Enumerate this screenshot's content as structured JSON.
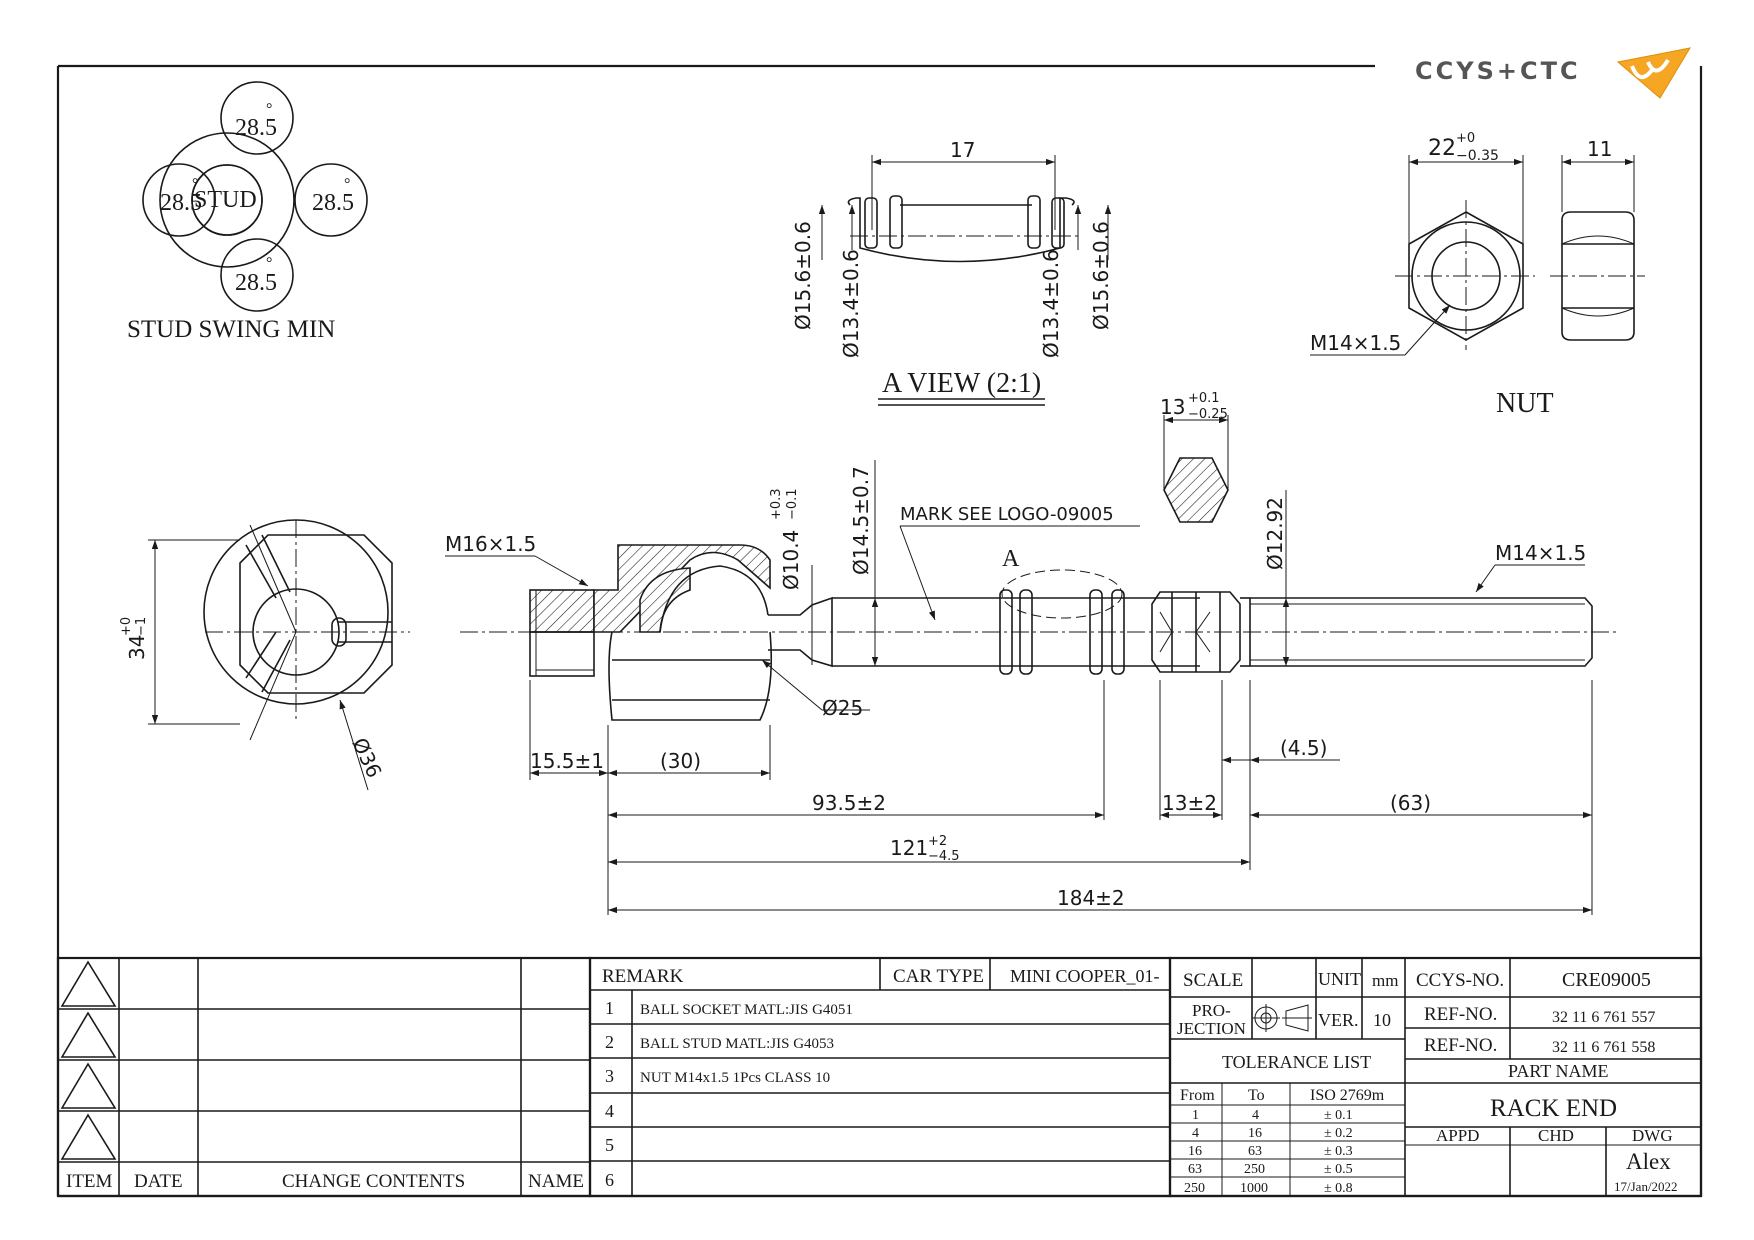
{
  "logo": {
    "text": "CCYS+CTC",
    "accent": "#f5a623"
  },
  "stud_swing": {
    "center_label": "STUD",
    "angles": [
      "28.5",
      "28.5",
      "28.5",
      "28.5"
    ],
    "degree": "°",
    "caption": "STUD SWING MIN"
  },
  "a_view": {
    "title": "A VIEW (2:1)",
    "width_dim": "17",
    "dims_left": [
      "Ø15.6±0.6",
      "Ø13.4±0.6"
    ],
    "dims_right": [
      "Ø13.4±0.6",
      "Ø15.6±0.6"
    ]
  },
  "nut": {
    "title": "NUT",
    "across_flats_base": "22",
    "across_flats_upper": "+0",
    "across_flats_lower": "−0.35",
    "thickness": "11",
    "thread": "M14×1.5"
  },
  "end_view": {
    "height_base": "34",
    "height_upper": "+0",
    "height_lower": "−1",
    "diameter": "Ø36"
  },
  "main_view": {
    "thread_left": "M16×1.5",
    "thread_right": "M14×1.5",
    "mark": "MARK SEE LOGO-09005",
    "section_label": "A",
    "neck_dia_base": "Ø10.4",
    "neck_dia_upper": "+0.3",
    "neck_dia_lower": "−0.1",
    "shaft_dia": "Ø14.5±0.7",
    "ball_dia": "Ø25",
    "hex_dia": "Ø12.92",
    "hex_size_base": "13",
    "hex_size_upper": "+0.1",
    "hex_size_lower": "−0.25",
    "dims": {
      "d_15_5": "15.5±1",
      "d_30": "(30)",
      "d_4_5": "(4.5)",
      "d_93_5": "93.5±2",
      "d_13": "13±2",
      "d_63": "(63)",
      "d_121_base": "121",
      "d_121_upper": "+2",
      "d_121_lower": "−4.5",
      "d_184": "184±2"
    }
  },
  "revision_block": {
    "headers": [
      "ITEM",
      "DATE",
      "CHANGE CONTENTS",
      "NAME"
    ]
  },
  "remarks": {
    "header": "REMARK",
    "car_type_label": "CAR TYPE",
    "car_type_value": "MINI COOPER_01-",
    "rows": [
      {
        "no": "1",
        "text": "BALL SOCKET MATL:JIS G4051"
      },
      {
        "no": "2",
        "text": "BALL STUD MATL:JIS G4053"
      },
      {
        "no": "3",
        "text": "NUT M14x1.5 1Pcs CLASS 10"
      },
      {
        "no": "4",
        "text": ""
      },
      {
        "no": "5",
        "text": ""
      },
      {
        "no": "6",
        "text": ""
      }
    ]
  },
  "title_block": {
    "scale_label": "SCALE",
    "scale_value": "",
    "unit_label": "UNIT",
    "unit_value": "mm",
    "projection_label_1": "PRO-",
    "projection_label_2": "JECTION",
    "ver_label": "VER.",
    "ver_value": "10",
    "tolerance_title": "TOLERANCE LIST",
    "tolerance_headers": [
      "From",
      "To",
      "ISO 2769m"
    ],
    "tolerance_rows": [
      [
        "1",
        "4",
        "± 0.1"
      ],
      [
        "4",
        "16",
        "± 0.2"
      ],
      [
        "16",
        "63",
        "± 0.3"
      ],
      [
        "63",
        "250",
        "± 0.5"
      ],
      [
        "250",
        "1000",
        "± 0.8"
      ]
    ],
    "ccys_no_label": "CCYS-NO.",
    "ccys_no_value": "CRE09005",
    "ref_no_label_1": "REF-NO.",
    "ref_no_value_1": "32 11 6 761 557",
    "ref_no_label_2": "REF-NO.",
    "ref_no_value_2": "32 11 6 761 558",
    "part_name_label": "PART NAME",
    "part_name_value": "RACK END",
    "appd_label": "APPD",
    "chd_label": "CHD",
    "dwg_label": "DWG",
    "dwg_name": "Alex",
    "dwg_date": "17/Jan/2022"
  }
}
